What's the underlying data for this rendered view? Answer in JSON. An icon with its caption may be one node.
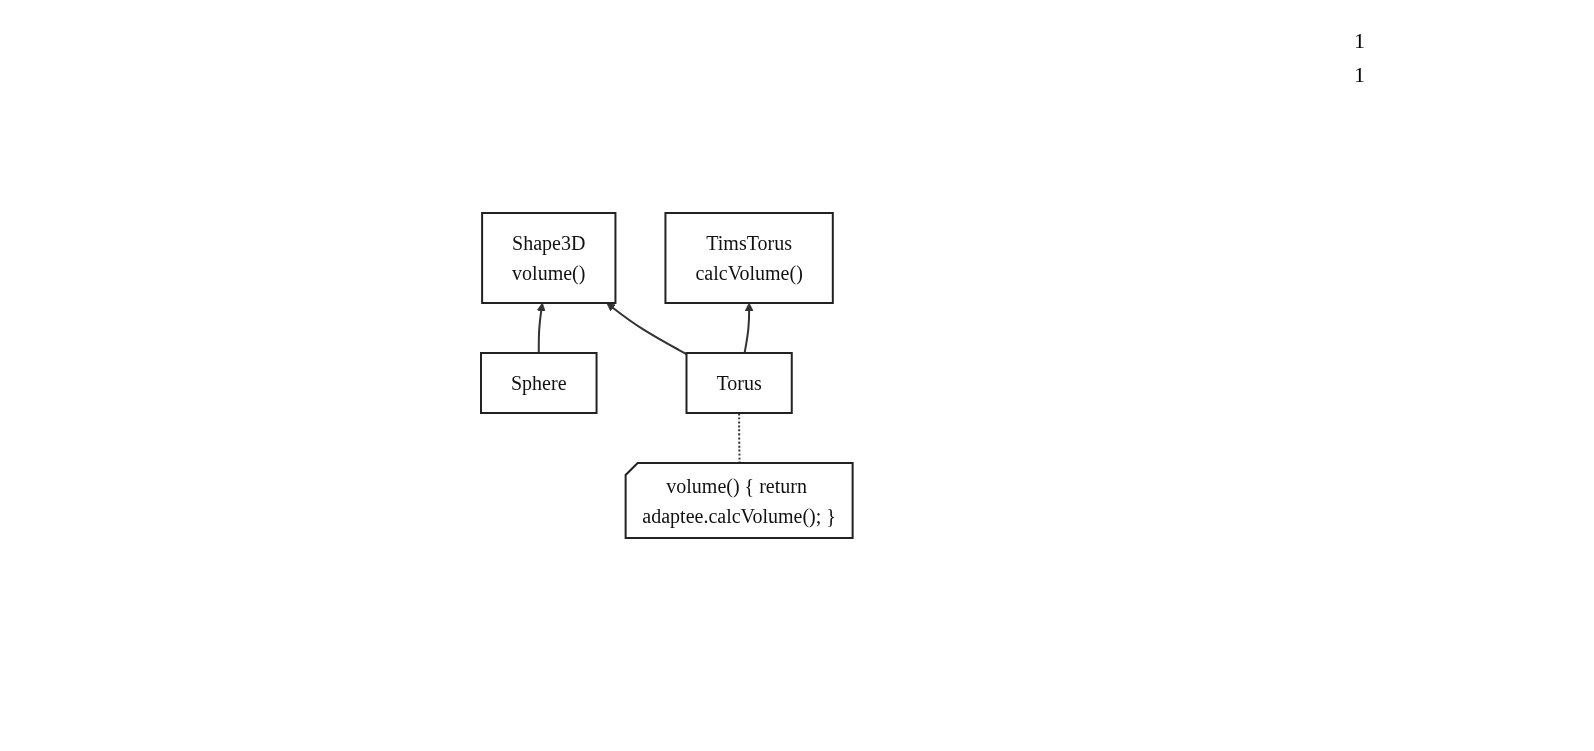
{
  "diagram": {
    "nodes": [
      {
        "text": [
          "Shape3D",
          "volume()"
        ]
      },
      {
        "text": [
          "volume() { return adaptee.calcVolume(); }"
        ]
      },
      {
        "text": [
          "Sphere"
        ]
      },
      {
        "text": [
          "Torus"
        ]
      },
      {
        "text": [
          "TimsTorus",
          "calcVolume()"
        ]
      }
    ],
    "edges": [
      {
        "from": 2,
        "to": 0,
        "arrow": "to"
      },
      {
        "from": 3,
        "to": 0,
        "arrow": "to"
      },
      {
        "from": 1,
        "to": 3,
        "arrow": "none",
        "style": "dashed"
      },
      {
        "from": 3,
        "to": 4,
        "arrow": "to"
      }
    ],
    "labels": [
      "1",
      "1"
    ]
  }
}
